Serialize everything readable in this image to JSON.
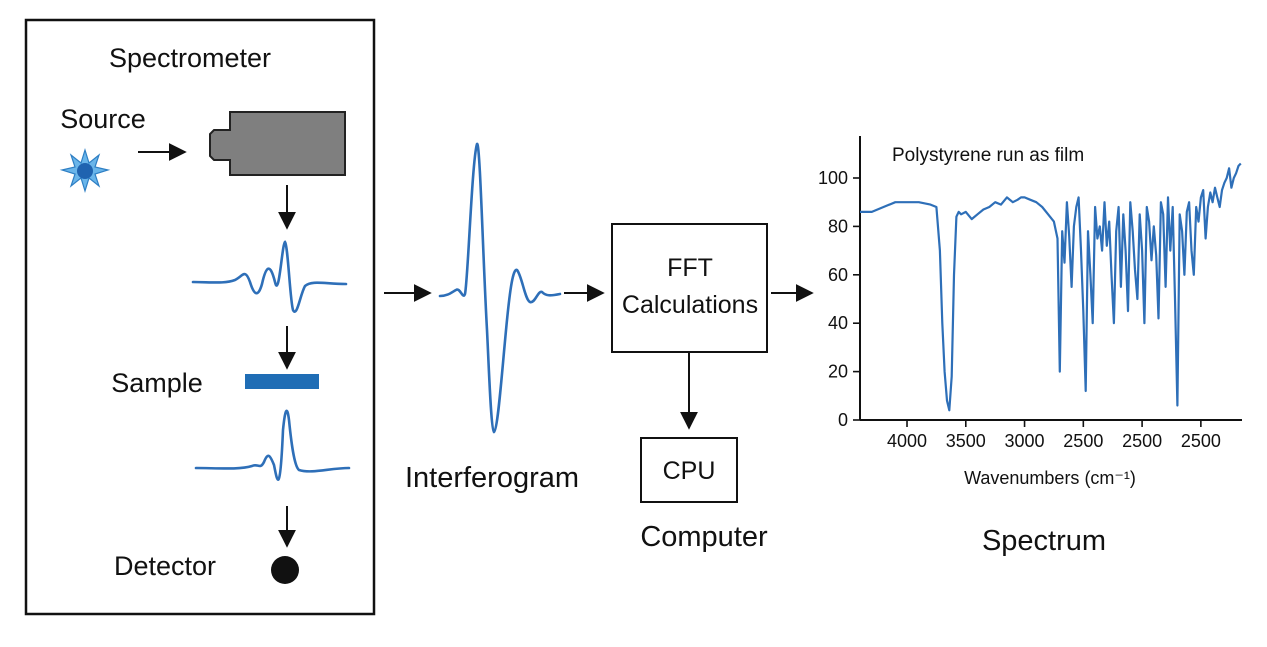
{
  "spectrometer": {
    "title": "Spectrometer",
    "source_label": "Source",
    "sample_label": "Sample",
    "detector_label": "Detector"
  },
  "interferogram": {
    "label": "Interferogram"
  },
  "fft_box": {
    "line1": "FFT",
    "line2": "Calculations"
  },
  "computer": {
    "cpu_label": "CPU",
    "label": "Computer"
  },
  "spectrum": {
    "label": "Spectrum"
  },
  "colors": {
    "signal_blue": "#2e6fb8",
    "sample_blue": "#1f6db5",
    "detector": "#111111",
    "source_blue": "#3a8fd6"
  },
  "chart_data": {
    "type": "line",
    "title": "Polystyrene run as film",
    "xlabel": "Wavenumbers (cm⁻¹)",
    "ylabel": "",
    "ylim": [
      0,
      100
    ],
    "yticks": [
      0,
      20,
      40,
      60,
      80,
      100
    ],
    "xticks": [
      {
        "x": 4000,
        "label": "4000"
      },
      {
        "x": 3500,
        "label": "3500"
      },
      {
        "x": 3000,
        "label": "3000"
      },
      {
        "x": 2500,
        "label": "2500"
      },
      {
        "x": 2000,
        "label": "2500"
      },
      {
        "x": 1500,
        "label": "2500"
      }
    ],
    "xlim": [
      4400,
      1150
    ],
    "grid": false,
    "series": [
      {
        "x": [
          4400,
          4300,
          4200,
          4100,
          4000,
          3900,
          3800,
          3750,
          3720,
          3700,
          3680,
          3660,
          3640,
          3620,
          3600,
          3580,
          3560,
          3540,
          3500,
          3450,
          3400,
          3350,
          3300,
          3250,
          3200,
          3150,
          3100,
          3060,
          3030,
          3000,
          2950,
          2900,
          2850,
          2800,
          2750,
          2720,
          2700,
          2680,
          2660,
          2640,
          2620,
          2600,
          2580,
          2560,
          2540,
          2520,
          2500,
          2480,
          2460,
          2440,
          2420,
          2400,
          2380,
          2360,
          2340,
          2320,
          2300,
          2280,
          2260,
          2240,
          2220,
          2200,
          2180,
          2160,
          2140,
          2120,
          2100,
          2080,
          2060,
          2040,
          2020,
          2000,
          1980,
          1960,
          1940,
          1920,
          1900,
          1880,
          1860,
          1840,
          1820,
          1800,
          1780,
          1760,
          1740,
          1720,
          1700,
          1680,
          1660,
          1640,
          1620,
          1600,
          1580,
          1560,
          1540,
          1520,
          1500,
          1480,
          1460,
          1440,
          1420,
          1400,
          1380,
          1360,
          1340,
          1320,
          1300,
          1280,
          1260,
          1240,
          1220,
          1200,
          1180,
          1160
        ],
        "y": [
          86,
          86,
          88,
          90,
          90,
          90,
          89,
          88,
          70,
          40,
          20,
          8,
          4,
          18,
          60,
          84,
          86,
          85,
          86,
          83,
          85,
          87,
          88,
          90,
          89,
          92,
          90,
          91,
          92,
          92,
          91,
          90,
          88,
          85,
          82,
          75,
          20,
          78,
          65,
          90,
          76,
          55,
          80,
          88,
          92,
          70,
          45,
          12,
          78,
          60,
          40,
          88,
          75,
          80,
          70,
          90,
          72,
          82,
          60,
          40,
          78,
          88,
          55,
          85,
          70,
          45,
          90,
          78,
          62,
          50,
          85,
          70,
          40,
          88,
          82,
          66,
          80,
          68,
          42,
          90,
          85,
          55,
          92,
          70,
          88,
          50,
          6,
          85,
          78,
          60,
          86,
          90,
          70,
          60,
          88,
          82,
          92,
          95,
          75,
          88,
          94,
          90,
          96,
          92,
          88,
          95,
          98,
          100,
          104,
          96,
          100,
          102,
          105,
          106
        ],
        "name": ""
      }
    ]
  }
}
